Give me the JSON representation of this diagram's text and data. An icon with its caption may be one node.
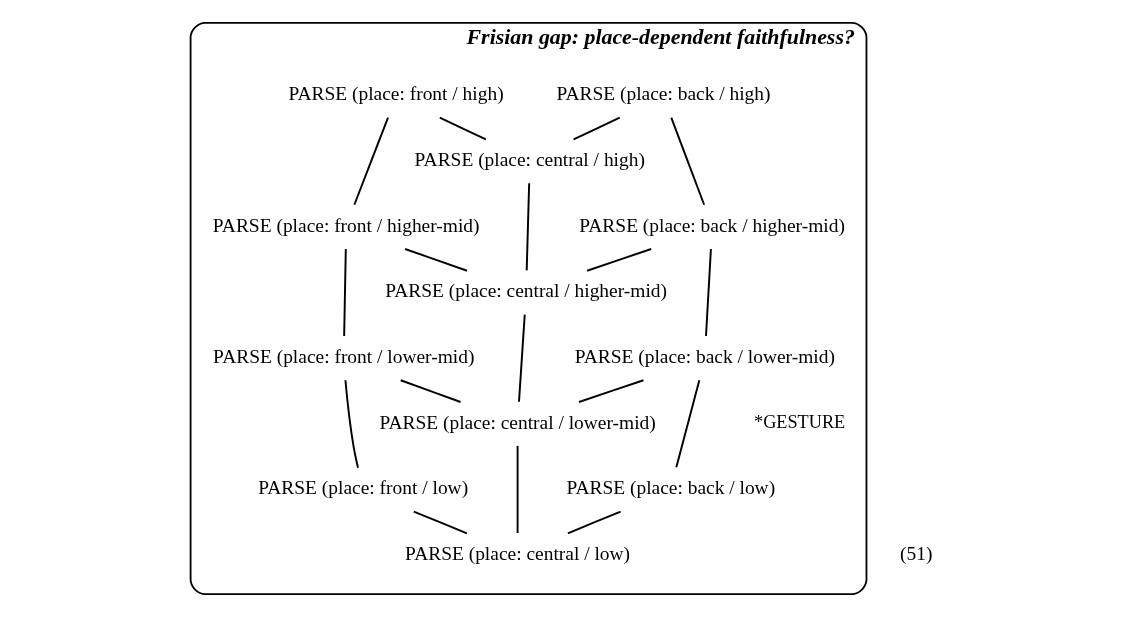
{
  "diagram": {
    "nodes": [
      {
        "text": [
          "Frisian gap: place-dependent faithfulness?"
        ]
      },
      {
        "text": [
          "PARSE (place: front / high)"
        ],
        "in": 0
      },
      {
        "text": [
          "PARSE (place: back / high)"
        ],
        "in": 0
      },
      {
        "text": [
          "PARSE (place: central / high)"
        ],
        "in": 0
      },
      {
        "text": [
          "PARSE (place: front / higher-mid)"
        ],
        "in": 0
      },
      {
        "text": [
          "PARSE (place: back / higher-mid)"
        ],
        "in": 0
      },
      {
        "text": [
          "PARSE (place: central / higher-mid)"
        ],
        "in": 0
      },
      {
        "text": [
          "PARSE (place: front / lower-mid)"
        ],
        "in": 0
      },
      {
        "text": [
          "PARSE (place: back / lower-mid)"
        ],
        "in": 0
      },
      {
        "text": [
          "PARSE (place: central / lower-mid)"
        ],
        "in": 0
      },
      {
        "text": [
          "PARSE (place: front / low)"
        ],
        "in": 0
      },
      {
        "text": [
          "PARSE (place: back / low)"
        ],
        "in": 0
      },
      {
        "text": [
          "PARSE (place: central / low)"
        ],
        "in": 0
      }
    ],
    "edges": [
      {
        "from": 1,
        "to": 3,
        "arrow": "none"
      },
      {
        "from": 2,
        "to": 3,
        "arrow": "none"
      },
      {
        "from": 1,
        "to": 4,
        "arrow": "none"
      },
      {
        "from": 2,
        "to": 5,
        "arrow": "none"
      },
      {
        "from": 3,
        "to": 6,
        "arrow": "none"
      },
      {
        "from": 4,
        "to": 6,
        "arrow": "none"
      },
      {
        "from": 5,
        "to": 6,
        "arrow": "none"
      },
      {
        "from": 4,
        "to": 7,
        "arrow": "none"
      },
      {
        "from": 5,
        "to": 8,
        "arrow": "none"
      },
      {
        "from": 6,
        "to": 9,
        "arrow": "none"
      },
      {
        "from": 7,
        "to": 9,
        "arrow": "none"
      },
      {
        "from": 8,
        "to": 9,
        "arrow": "none"
      },
      {
        "from": 7,
        "to": 10,
        "arrow": "none"
      },
      {
        "from": 8,
        "to": 11,
        "arrow": "none"
      },
      {
        "from": 9,
        "to": 12,
        "arrow": "none"
      },
      {
        "from": 10,
        "to": 12,
        "arrow": "none"
      },
      {
        "from": 11,
        "to": 12,
        "arrow": "none"
      }
    ],
    "labels": [
      "*GESTURE",
      "(51)"
    ]
  }
}
